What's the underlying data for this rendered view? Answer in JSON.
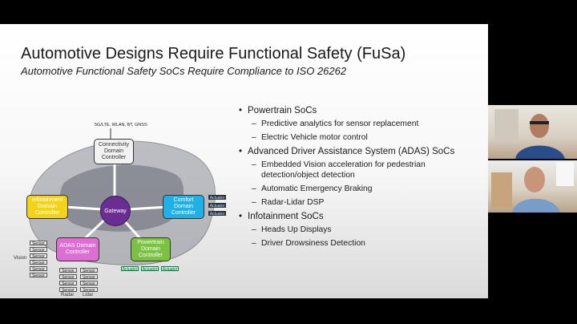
{
  "slide": {
    "title": "Automotive Designs Require Functional Safety (FuSa)",
    "subtitle": "Automotive Functional Safety SoCs Require Compliance to ISO 26262",
    "bullets": [
      {
        "text": "Powertrain SoCs",
        "subs": [
          "Predictive analytics for sensor replacement",
          "Electric Vehicle motor control"
        ]
      },
      {
        "text": "Advanced Driver Assistance System (ADAS) SoCs",
        "subs": [
          "Embedded Vision acceleration for pedestrian detection/object detection",
          "Automatic Emergency Braking",
          "Radar-Lidar DSP"
        ]
      },
      {
        "text": "Infotainment SoCs",
        "subs": [
          "Heads Up Displays",
          "Driver Drowsiness Detection"
        ]
      }
    ]
  },
  "diagram": {
    "antenna_label": "5G/LTE, WLAN, BT, GNSS",
    "gateway": "Gateway",
    "connectivity": "Connectivity Domain Controller",
    "infotainment": "Infotainment Domain Controller",
    "comfort": "Comfort Domain Controller",
    "adas": "ADAS Domain Controller",
    "powertrain": "Powertrain Domain Controller",
    "actuator": "Actuator",
    "sensor": "Sensor",
    "vision": "Vision",
    "radar": "Radar",
    "lidar": "Lidar"
  },
  "colors": {
    "connectivity": "#f2f2f2",
    "infotainment": "#f3d319",
    "comfort": "#1fb0e5",
    "adas": "#dd6fd4",
    "powertrain": "#7bc142",
    "gateway": "#6a2d91"
  }
}
